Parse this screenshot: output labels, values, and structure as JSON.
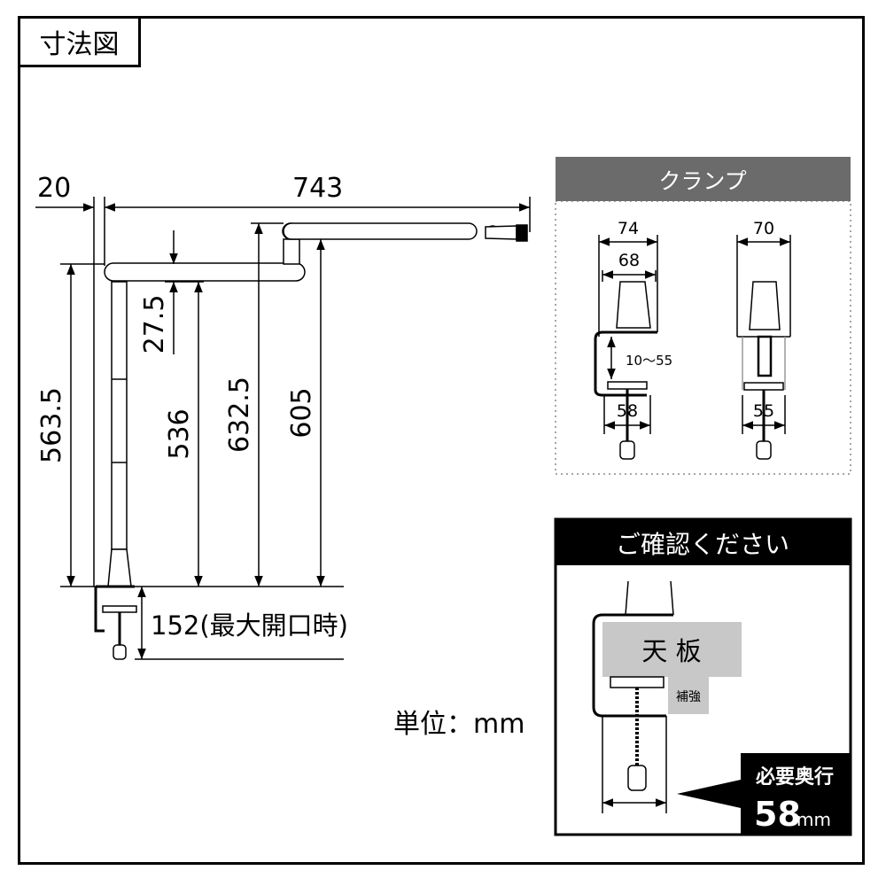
{
  "title": "寸法図",
  "unit_label": "単位：mm",
  "main_dimensions": {
    "offset": "20",
    "arm_length": "743",
    "total_height": "563.5",
    "pole_offset": "27.5",
    "pole_height": "536",
    "head_height": "632.5",
    "arm_height": "605",
    "clamp_opening": "152(最大開口時)"
  },
  "clamp_panel": {
    "header": "クランプ",
    "left": {
      "outer_width": "74",
      "inner_width": "68",
      "range": "10～55",
      "base_width": "58"
    },
    "right": {
      "outer_width": "70",
      "base_width": "55"
    }
  },
  "confirm_panel": {
    "header": "ご確認ください",
    "table_label": "天 板",
    "reinforcement_label": "補強",
    "required_label": "必要奥行",
    "required_value": "58",
    "required_unit": "mm"
  },
  "colors": {
    "panel_header_gray": "#6b6b6b",
    "panel_header_black": "#000000",
    "board_gray": "#c8c8c8"
  }
}
